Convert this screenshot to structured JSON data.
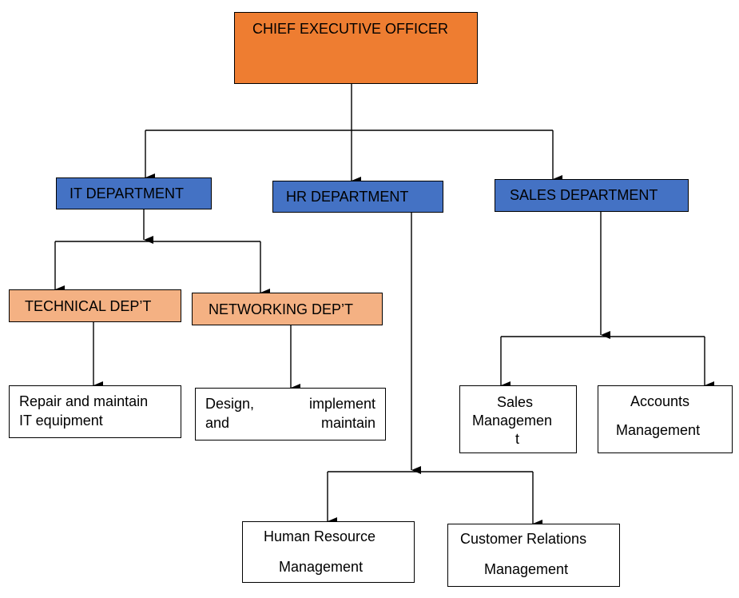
{
  "ceo": {
    "label": "CHIEF EXECUTIVE OFFICER"
  },
  "departments": {
    "it": "IT DEPARTMENT",
    "hr": "HR DEPARTMENT",
    "sales": "SALES DEPARTMENT"
  },
  "it_sub": {
    "technical": "TECHNICAL DEP’T",
    "networking": "NETWORKING DEP’T"
  },
  "tasks": {
    "repair": {
      "line1": "Repair and maintain",
      "line2": "IT equipment"
    },
    "design": {
      "w1": "Design,",
      "w2": "implement",
      "w3": "and",
      "w4": "maintain"
    },
    "sales_mgmt": {
      "line1": "Sales",
      "line2": "Managemen",
      "line3": "t"
    },
    "accounts": {
      "line1": "Accounts",
      "line2": "Management"
    },
    "hrm": {
      "line1": "Human Resource",
      "line2": "Management"
    },
    "crm": {
      "line1": "Customer Relations",
      "line2": "Management"
    }
  },
  "colors": {
    "ceo": "#ee7d31",
    "department": "#4472c4",
    "it_subdepartment": "#f4b183",
    "task": "#ffffff",
    "connector": "#000000"
  }
}
